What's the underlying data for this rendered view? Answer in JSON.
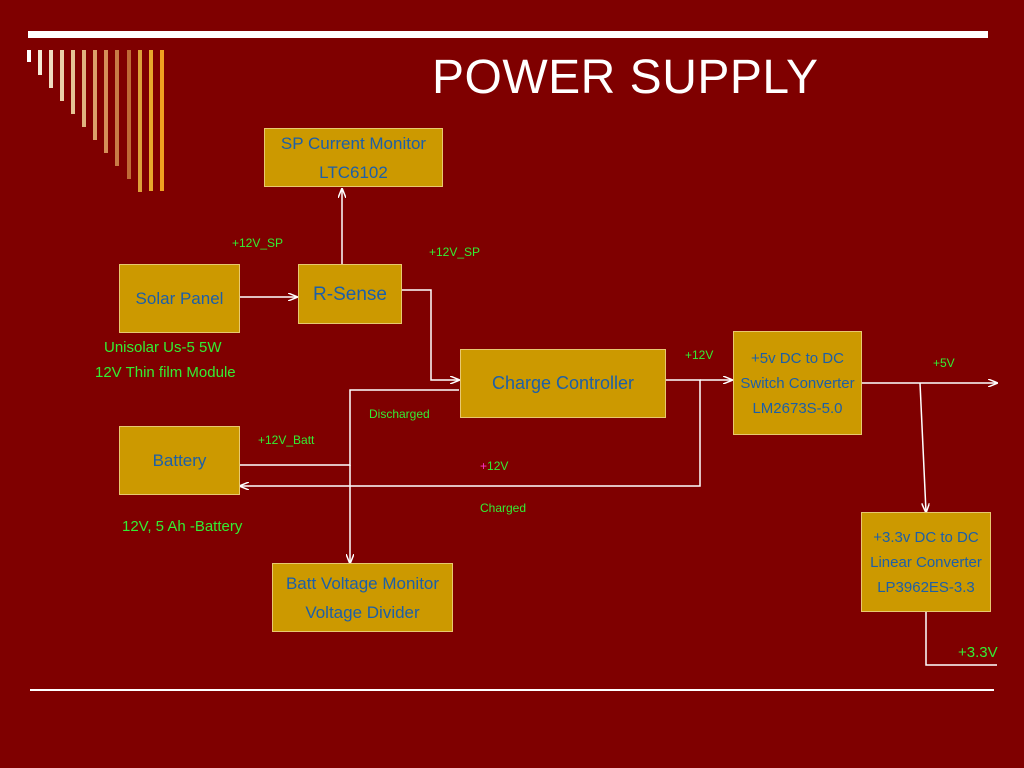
{
  "title": "POWER SUPPLY",
  "colors": {
    "background": "#7f0000",
    "box_fill": "#cc9900",
    "box_text": "#1c5fa8",
    "label_text": "#33ee33",
    "wire": "#ffffff",
    "accent_plus": "#ff33cc"
  },
  "blocks": {
    "sp_monitor": {
      "line1": "SP Current Monitor",
      "line2": "LTC6102"
    },
    "solar_panel": {
      "line1": "Solar Panel"
    },
    "r_sense": {
      "line1": "R-Sense"
    },
    "charge_controller": {
      "line1": "Charge Controller"
    },
    "battery": {
      "line1": "Battery"
    },
    "batt_monitor": {
      "line1": "Batt Voltage Monitor",
      "line2": "Voltage Divider"
    },
    "dc5v": {
      "line1": "+5v DC to DC",
      "line2": "Switch Converter",
      "line3": "LM2673S-5.0"
    },
    "dc33v": {
      "line1": "+3.3v DC to DC",
      "line2": "Linear Converter",
      "line3": "LP3962ES-3.3"
    }
  },
  "labels": {
    "sp_12v_left": "+12V_SP",
    "sp_12v_right": "+12V_SP",
    "solar_desc_1": "Unisolar Us-5 5W",
    "solar_desc_2": "12V Thin film Module",
    "discharged": "Discharged",
    "batt_12v": "+12V_Batt",
    "charge_12v_plus": "+",
    "charge_12v_rest": "12V",
    "charged": "Charged",
    "cc_12v": "+12V",
    "out_5v": "+5V",
    "batt_desc": "12V, 5 Ah -Battery",
    "out_33v": "+3.3V"
  }
}
